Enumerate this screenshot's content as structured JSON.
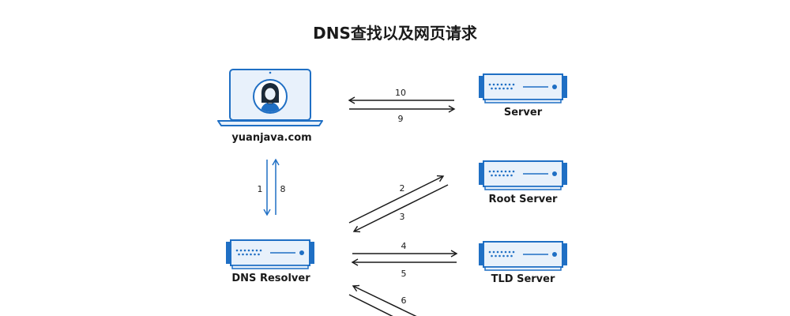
{
  "title": "DNS查找以及网页请求",
  "nodes": {
    "client": "yuanjava.com",
    "resolver": "DNS Resolver",
    "server": "Server",
    "root": "Root Server",
    "tld": "TLD Server"
  },
  "steps": [
    "1",
    "2",
    "3",
    "4",
    "5",
    "6",
    "8",
    "9",
    "10"
  ],
  "colors": {
    "primary": "#1f6fc4",
    "light": "#e2eefa",
    "arrow": "#1a1a1a"
  }
}
